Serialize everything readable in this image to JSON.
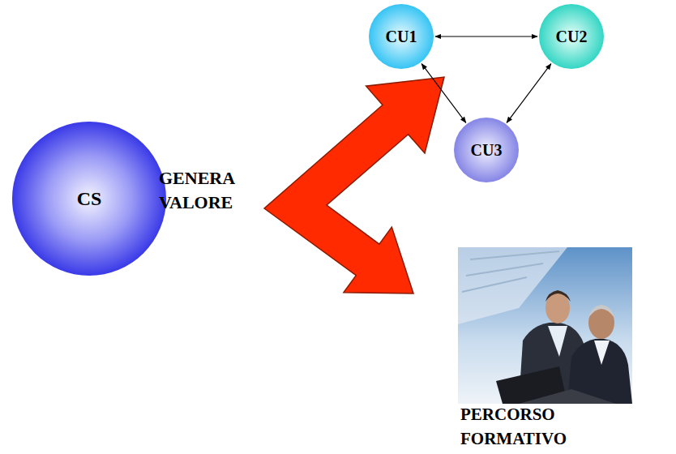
{
  "diagram": {
    "nodes": [
      {
        "text": [
          "CS"
        ]
      },
      {
        "text": [
          "CU1"
        ]
      },
      {
        "text": [
          "CU2"
        ]
      },
      {
        "text": [
          "CU3"
        ]
      }
    ],
    "edges": [
      {
        "from": 1,
        "to": 2,
        "arrow": "both"
      },
      {
        "from": 1,
        "to": 3,
        "arrow": "both"
      },
      {
        "from": 2,
        "to": 3,
        "arrow": "both"
      }
    ],
    "labels": [
      "GENERA VALORE",
      "PERCORSO FORMATIVO"
    ]
  }
}
